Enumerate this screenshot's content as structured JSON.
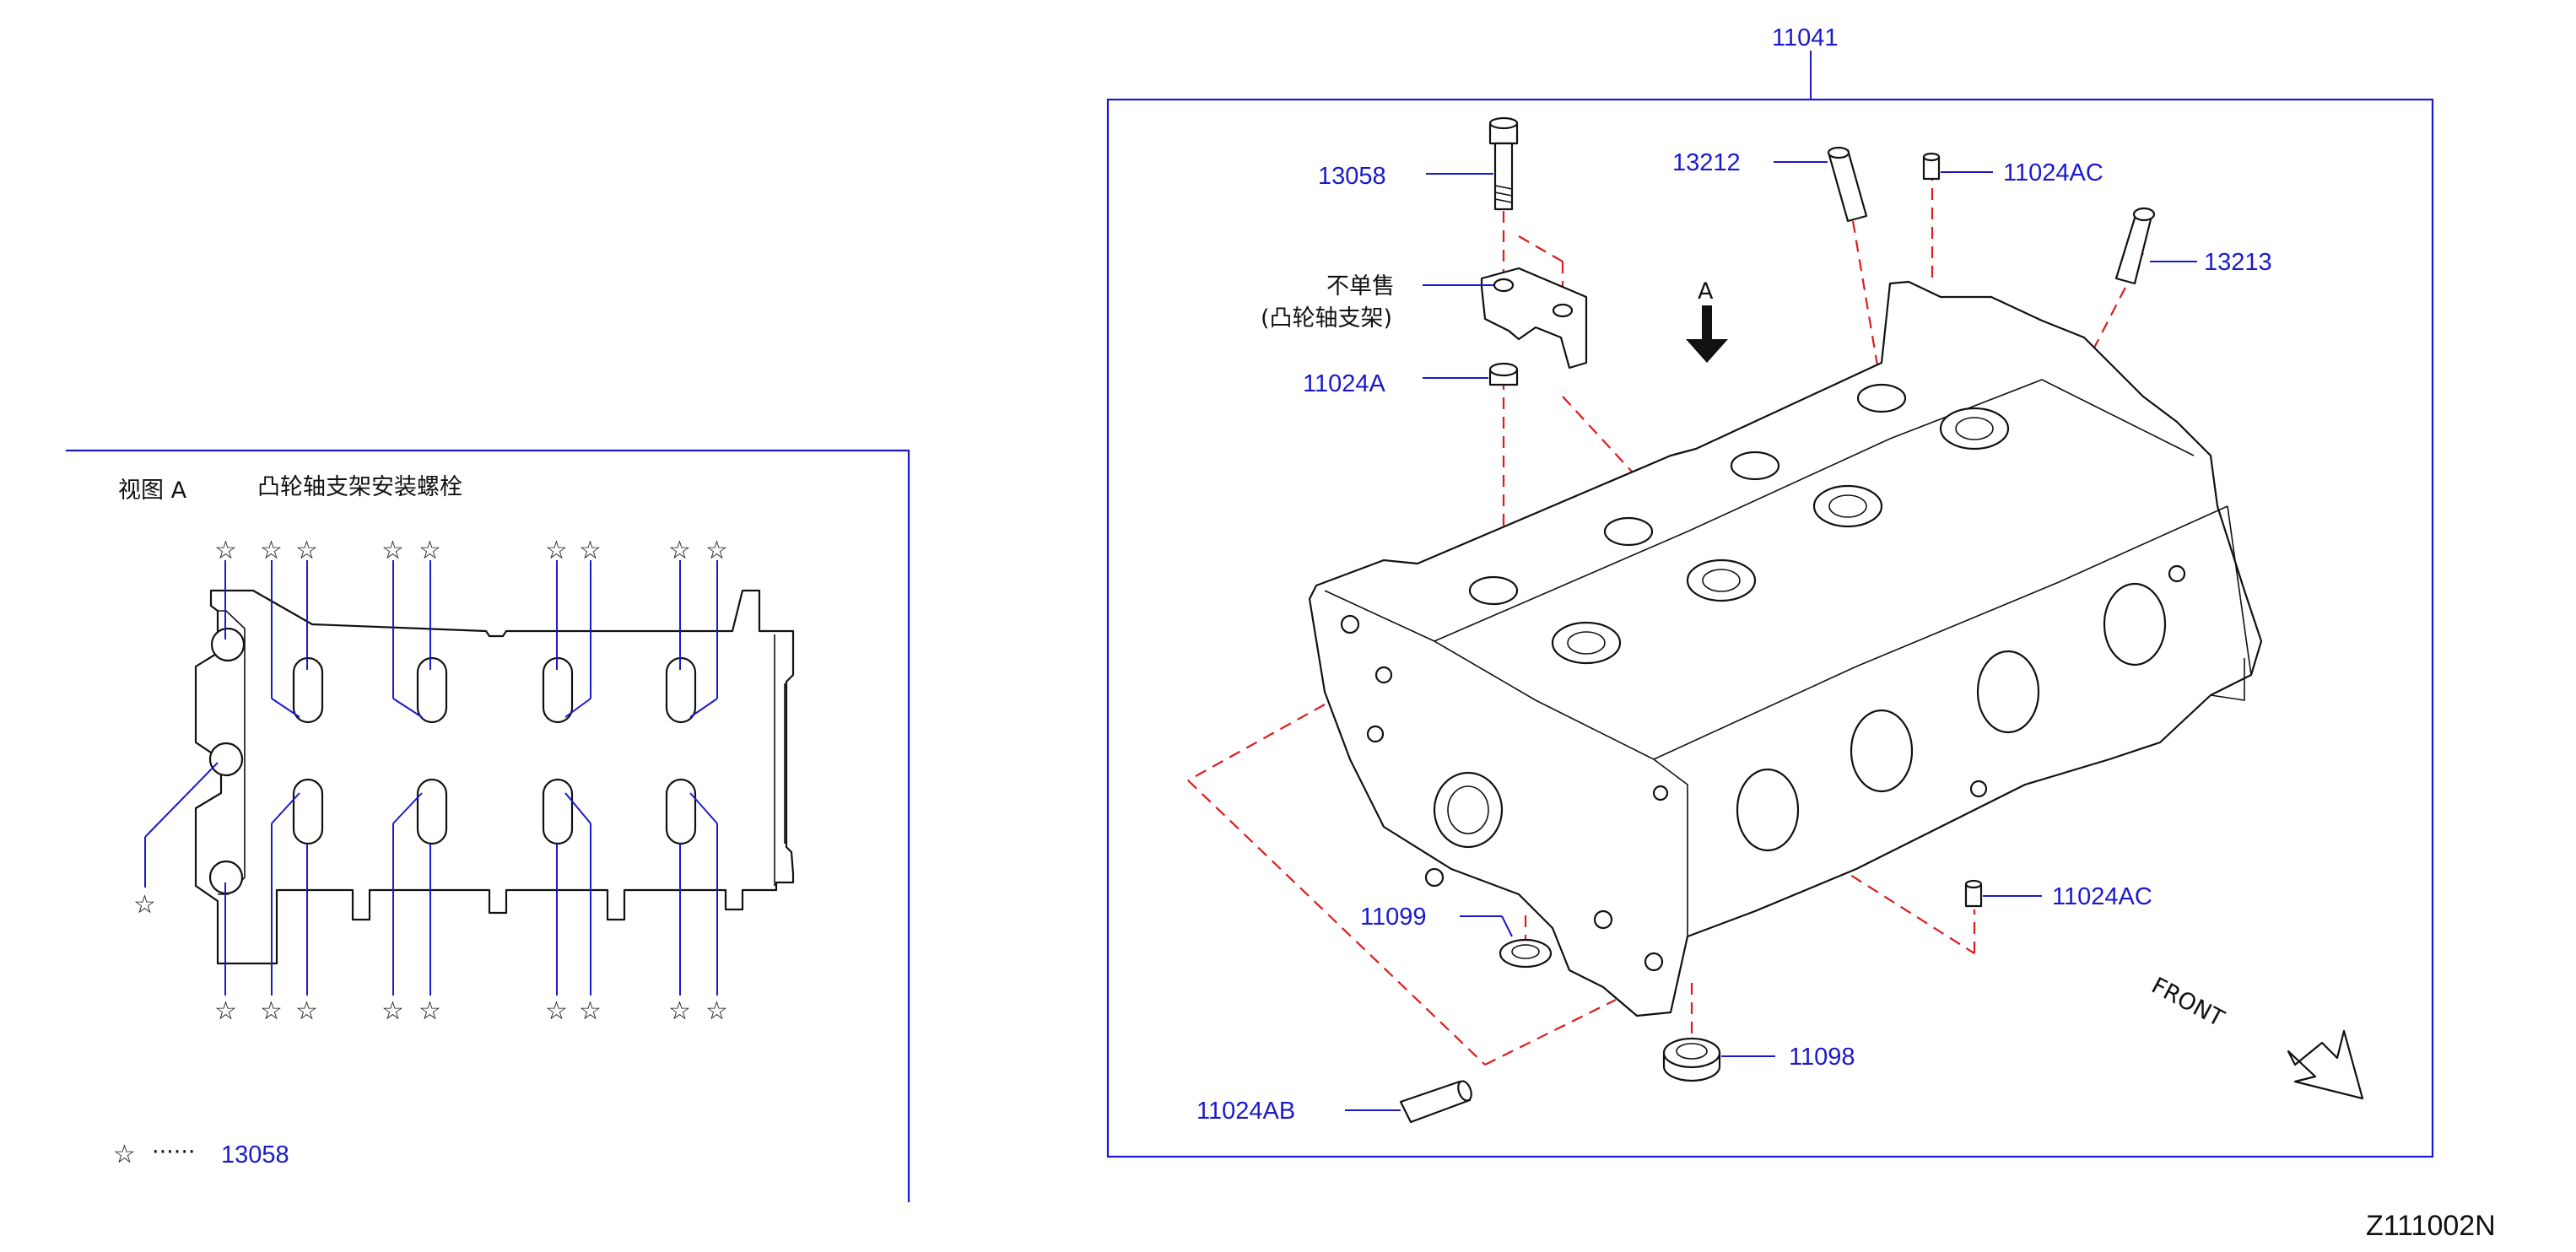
{
  "parts": {
    "p11041": "11041",
    "p13058": "13058",
    "p13212": "13212",
    "p11024AC_top": "11024AC",
    "p13213": "13213",
    "not_sold_line1": "不单售",
    "not_sold_line2": "(凸轮轴支架)",
    "p11024A": "11024A",
    "p11099": "11099",
    "p11024AC_bottom": "11024AC",
    "p11098": "11098",
    "p11024AB": "11024AB"
  },
  "view_a": {
    "title": "视图 A",
    "subtitle": "凸轮轴支架安装螺栓",
    "star_symbol": "☆",
    "legend_dots": "······",
    "legend_part": "13058"
  },
  "arrow_label": "A",
  "front_label": "FRONT",
  "diagram_code": "Z111002N",
  "colors": {
    "part_number": "#1a1acc",
    "dashed_line": "#e01a1a",
    "outline": "#111111"
  }
}
